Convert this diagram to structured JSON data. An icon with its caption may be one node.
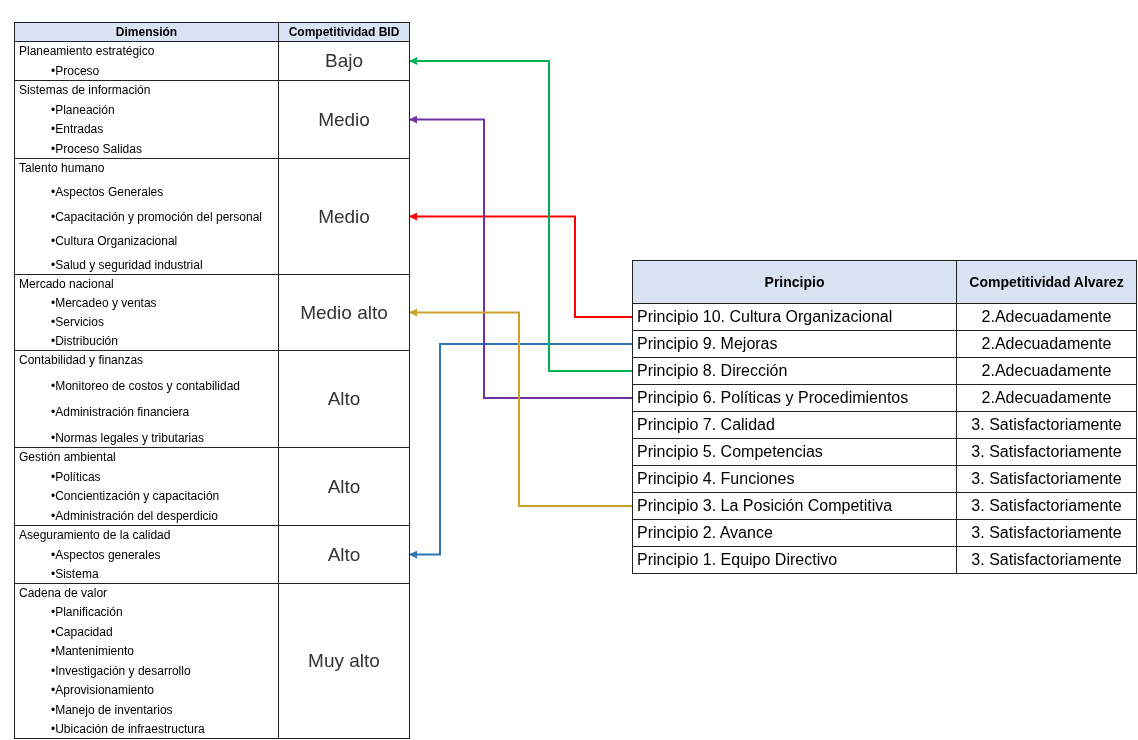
{
  "diagram": {
    "nodes": [
      {
        "text": [
          "Bajo"
        ]
      },
      {
        "text": [
          "Medio"
        ]
      },
      {
        "text": [
          "Medio"
        ]
      },
      {
        "text": [
          "Medio alto"
        ]
      },
      {
        "text": [
          "Alto"
        ]
      },
      {
        "text": [
          "Alto"
        ]
      },
      {
        "text": [
          "Alto"
        ]
      },
      {
        "text": [
          "Muy alto"
        ]
      },
      {
        "text": [
          "Principio 10. Cultura Organizacional"
        ]
      },
      {
        "text": [
          "Principio 9. Mejoras"
        ]
      },
      {
        "text": [
          "Principio 8. Dirección"
        ]
      },
      {
        "text": [
          "Principio 6. Políticas y Procedimientos"
        ]
      },
      {
        "text": [
          "Principio 7. Calidad"
        ]
      },
      {
        "text": [
          "Principio 5. Competencias"
        ]
      },
      {
        "text": [
          "Principio 4. Funciones"
        ]
      },
      {
        "text": [
          "Principio 3. La Posición Competitiva"
        ]
      },
      {
        "text": [
          "Principio 2. Avance"
        ]
      },
      {
        "text": [
          "Principio 1. Equipo Directivo"
        ]
      }
    ],
    "edges": [
      {
        "from": 8,
        "to": 2,
        "arrow": "to",
        "color": "#ff0000"
      },
      {
        "from": 9,
        "to": 6,
        "arrow": "to",
        "color": "#2e75b6"
      },
      {
        "from": 10,
        "to": 0,
        "arrow": "to",
        "color": "#00b050"
      },
      {
        "from": 11,
        "to": 1,
        "arrow": "to",
        "color": "#7030a0"
      },
      {
        "from": 15,
        "to": 3,
        "arrow": "to",
        "color": "#c9a227"
      }
    ],
    "labels": [
      "Dimensión",
      "Competitividad BID",
      "Planeamiento estratégico",
      "•Proceso",
      "Sistemas de información",
      "•Planeación",
      "•Entradas",
      "•Proceso Salidas",
      "Talento humano",
      "•Aspectos Generales",
      "•Capacitación y promoción del personal",
      "•Cultura Organizacional",
      "•Salud y seguridad industrial",
      "Mercado nacional",
      "•Mercadeo y ventas",
      "•Servicios",
      "•Distribución",
      "Contabilidad y finanzas",
      "•Monitoreo de costos y contabilidad",
      "•Administración financiera",
      "•Normas legales y tributarias",
      "Gestión ambiental",
      "•Políticas",
      "•Concientización y capacitación",
      "•Administración del desperdicio",
      "Aseguramiento de la calidad",
      "•Aspectos generales",
      "•Sistema",
      "Cadena de valor",
      "•Planificación",
      "•Capacidad",
      "•Mantenimiento",
      "•Investigación y desarrollo",
      "•Aprovisionamiento",
      "•Manejo de inventarios",
      "•Ubicación de infraestructura",
      "Principio",
      "Competitividad Alvarez",
      "2.Adecuadamente",
      "2.Adecuadamente",
      "2.Adecuadamente",
      "2.Adecuadamente",
      "3. Satisfactoriamente",
      "3. Satisfactoriamente",
      "3. Satisfactoriamente",
      "3. Satisfactoriamente",
      "3. Satisfactoriamente",
      "3. Satisfactoriamente"
    ]
  }
}
